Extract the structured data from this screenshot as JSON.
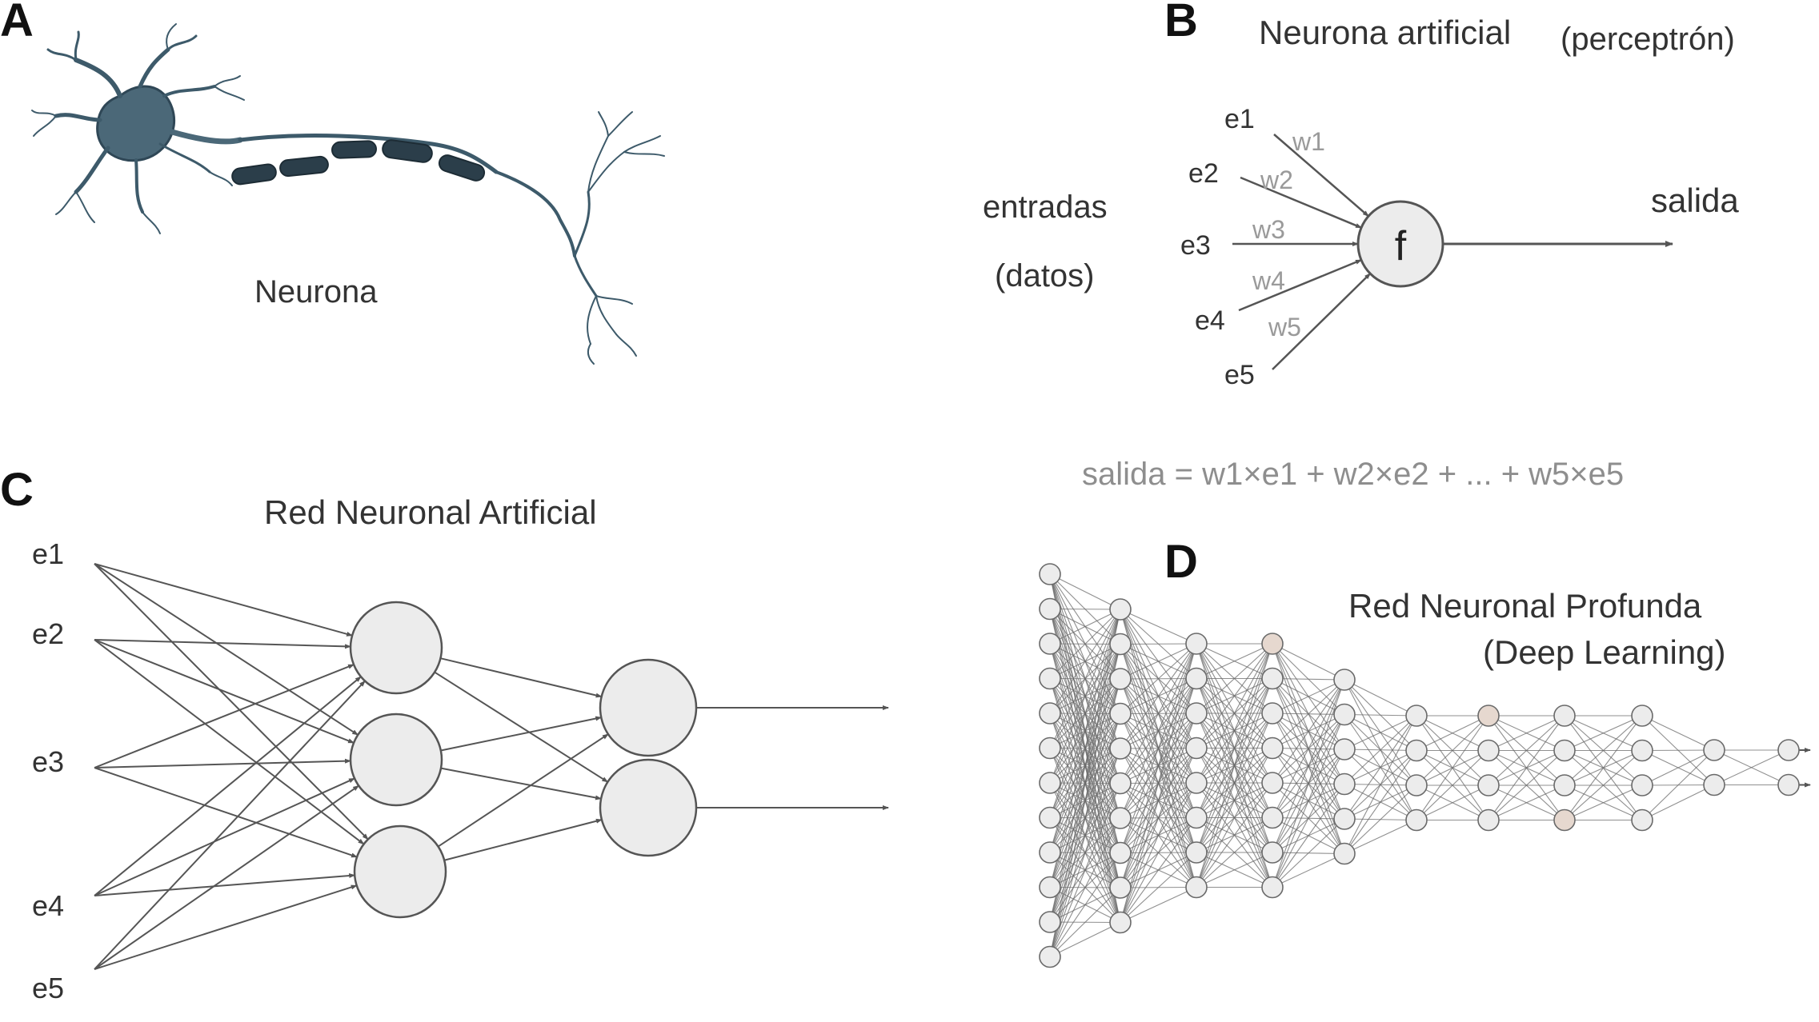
{
  "panels": {
    "a": {
      "letter": "A",
      "neuron_label": "Neurona"
    },
    "b": {
      "letter": "B",
      "title": "Neurona artificial",
      "subtitle": "(perceptrón)",
      "inputs_label": "entradas",
      "inputs_sublabel": "(datos)",
      "function_symbol": "f",
      "output_label": "salida",
      "inputs": [
        "e1",
        "e2",
        "e3",
        "e4",
        "e5"
      ],
      "weights": [
        "w1",
        "w2",
        "w3",
        "w4",
        "w5"
      ],
      "formula": "salida = w1×e1 + w2×e2 + ... + w5×e5"
    },
    "c": {
      "letter": "C",
      "title": "Red Neuronal Artificial",
      "inputs": [
        "e1",
        "e2",
        "e3",
        "e4",
        "e5"
      ]
    },
    "d": {
      "letter": "D",
      "title": "Red Neuronal Profunda",
      "subtitle": "(Deep Learning)"
    }
  },
  "colors": {
    "node_fill": "#ececec",
    "node_stroke": "#555555",
    "highlight_node_fill": "#e6d8cf",
    "line": "#555555",
    "weight_text": "#9a9a9a",
    "neuron": "#3d5a6a"
  }
}
